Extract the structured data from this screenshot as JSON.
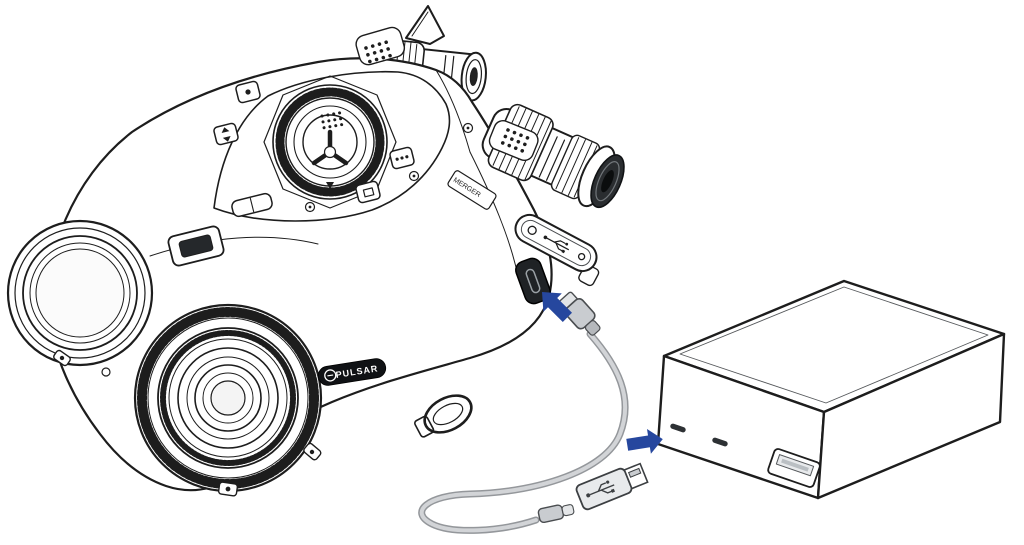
{
  "figure": {
    "background_color": "#ffffff",
    "line_color": "#1d1d1d"
  },
  "device": {
    "brand_label": "PULSAR",
    "side_label": "MERGER"
  },
  "cable": {
    "outline_color": "#94979b",
    "core_color": "#d2d4d7"
  },
  "arrows": {
    "color": "#26479e"
  },
  "power_bank": {
    "usb_c_slot_count": 2,
    "usb_a_port_count": 1
  }
}
